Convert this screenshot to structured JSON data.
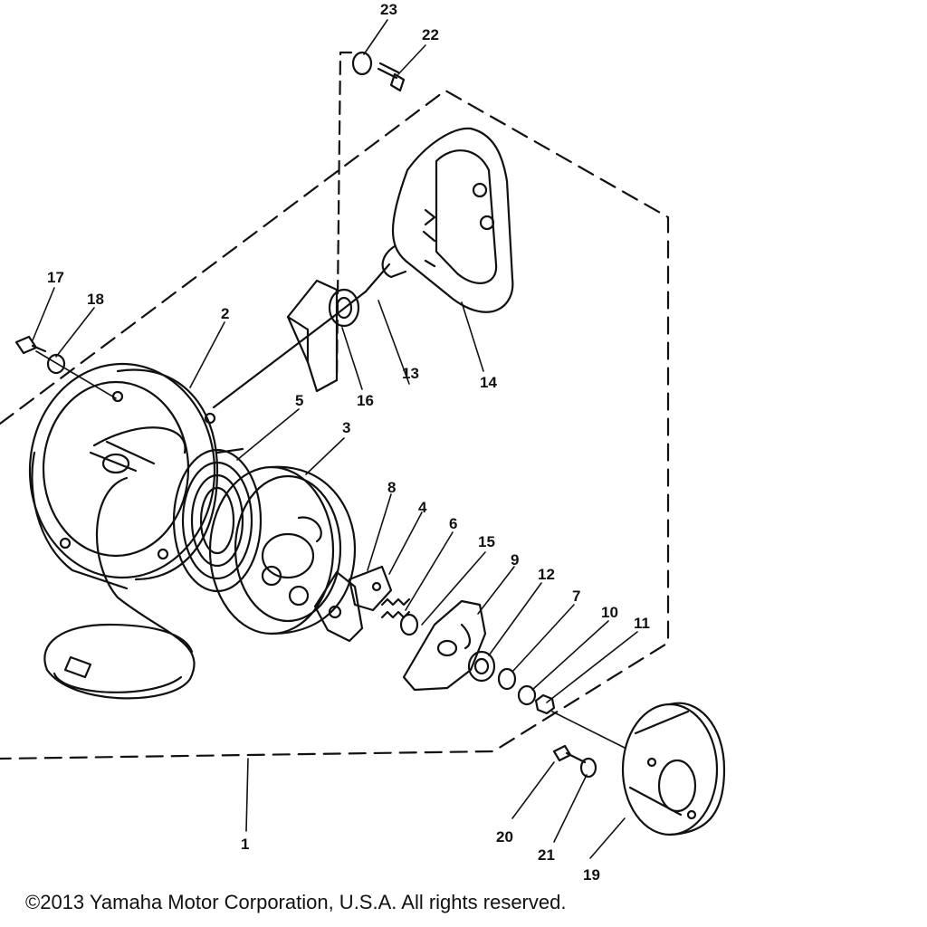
{
  "diagram": {
    "type": "exploded-parts-view",
    "parts": [
      {
        "number": "1",
        "part": "recoil-starter-assembly"
      },
      {
        "number": "2",
        "part": "starter-case"
      },
      {
        "number": "3",
        "part": "sheave-drum"
      },
      {
        "number": "4",
        "part": "ratchet"
      },
      {
        "number": "5",
        "part": "spiral-spring"
      },
      {
        "number": "6",
        "part": "ratchet-spring"
      },
      {
        "number": "7",
        "part": "washer"
      },
      {
        "number": "8",
        "part": "ratchet-guide"
      },
      {
        "number": "9",
        "part": "friction-plate"
      },
      {
        "number": "10",
        "part": "spring-washer"
      },
      {
        "number": "11",
        "part": "nut"
      },
      {
        "number": "12",
        "part": "friction-spring"
      },
      {
        "number": "13",
        "part": "starter-rope"
      },
      {
        "number": "14",
        "part": "starter-handle"
      },
      {
        "number": "15",
        "part": "collar"
      },
      {
        "number": "16",
        "part": "rope-guide"
      },
      {
        "number": "17",
        "part": "bolt"
      },
      {
        "number": "18",
        "part": "washer"
      },
      {
        "number": "19",
        "part": "drive-pulley"
      },
      {
        "number": "20",
        "part": "bolt"
      },
      {
        "number": "21",
        "part": "washer"
      },
      {
        "number": "22",
        "part": "bolt"
      },
      {
        "number": "23",
        "part": "washer"
      }
    ],
    "copyright": "©2013 Yamaha Motor Corporation, U.S.A. All rights reserved."
  }
}
